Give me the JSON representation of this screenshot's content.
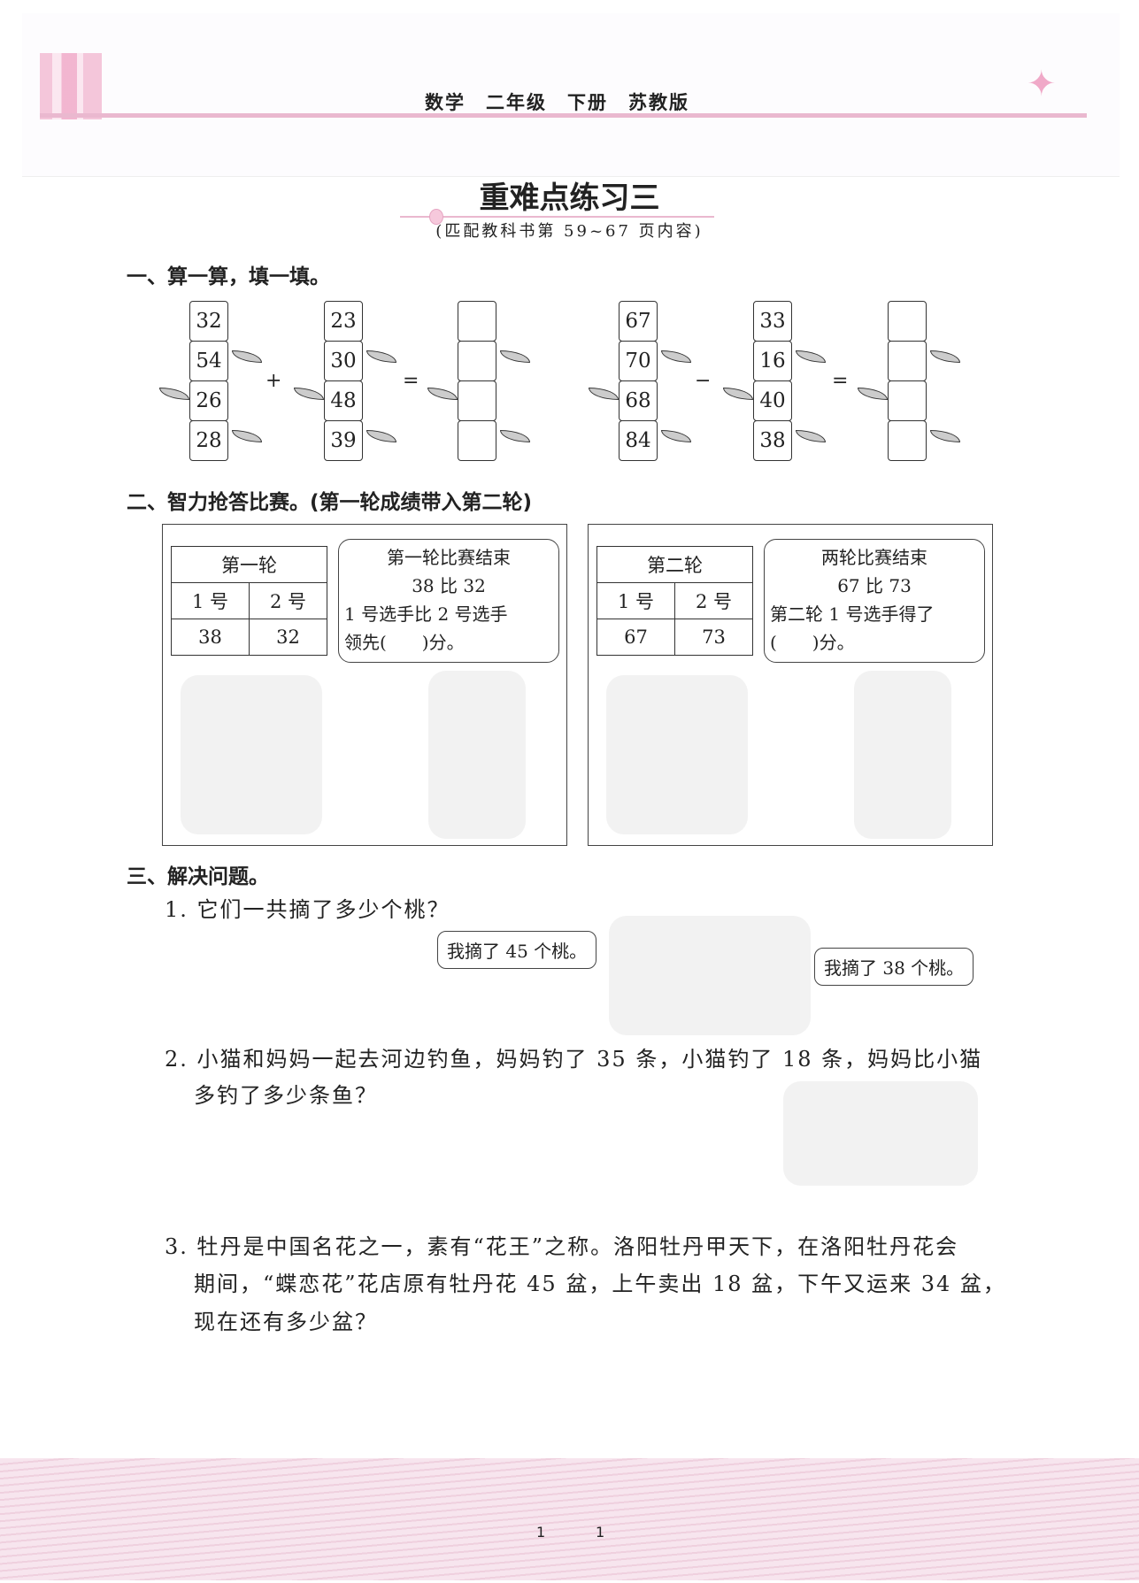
{
  "header": {
    "text": "数学　二年级　下册　苏教版"
  },
  "title": "重难点练习三",
  "subtitle": "(匹配教科书第 59~67 页内容)",
  "section1": {
    "label": "一、算一算，填一填。",
    "bamboos": [
      [
        "32",
        "54",
        "26",
        "28"
      ],
      [
        "23",
        "30",
        "48",
        "39"
      ],
      [
        "",
        "",
        "",
        ""
      ],
      [
        "67",
        "70",
        "68",
        "84"
      ],
      [
        "33",
        "16",
        "40",
        "38"
      ],
      [
        "",
        "",
        "",
        ""
      ]
    ],
    "ops": [
      "+",
      "=",
      "−",
      "="
    ]
  },
  "section2": {
    "label": "二、智力抢答比赛。(第一轮成绩带入第二轮)",
    "panels": [
      {
        "table_title": "第一轮",
        "col1": "1 号",
        "col2": "2 号",
        "v1": "38",
        "v2": "32",
        "bubble": [
          "第一轮比赛结束",
          "38 比 32",
          "1 号选手比 2 号选手",
          "领先(　　)分。"
        ]
      },
      {
        "table_title": "第二轮",
        "col1": "1 号",
        "col2": "2 号",
        "v1": "67",
        "v2": "73",
        "bubble": [
          "两轮比赛结束",
          "67 比 73",
          "第二轮 1 号选手得了",
          "(　　)分。"
        ]
      }
    ]
  },
  "section3": {
    "label": "三、解决问题。",
    "q1": {
      "text": "1. 它们一共摘了多少个桃？",
      "bubble_left": "我摘了 45 个桃。",
      "bubble_right": "我摘了 38 个桃。"
    },
    "q2": {
      "line1": "2. 小猫和妈妈一起去河边钓鱼，妈妈钓了 35 条，小猫钓了 18 条，妈妈比小猫",
      "line2": "多钓了多少条鱼？"
    },
    "q3": {
      "line1": "3. 牡丹是中国名花之一，素有“花王”之称。洛阳牡丹甲天下，在洛阳牡丹花会",
      "line2": "期间，“蝶恋花”花店原有牡丹花 45 盆，上午卖出 18 盆，下午又运来 34 盆，",
      "line3": "现在还有多少盆？"
    }
  },
  "footer": {
    "page_left": "1",
    "page_right": "1"
  }
}
